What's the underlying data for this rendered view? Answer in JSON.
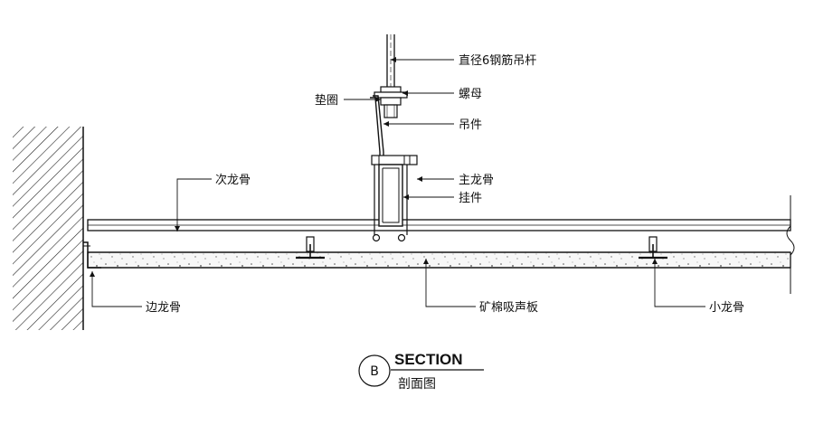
{
  "labels": {
    "rod": "直径6钢筋吊杆",
    "nut": "螺母",
    "washer": "垫圈",
    "hanger": "吊件",
    "main_keel": "主龙骨",
    "clip": "挂件",
    "secondary_keel": "次龙骨",
    "edge_keel": "边龙骨",
    "board": "矿棉吸声板",
    "small_keel": "小龙骨"
  },
  "title_block": {
    "marker": "B",
    "title": "SECTION",
    "subtitle": "剖面图"
  }
}
